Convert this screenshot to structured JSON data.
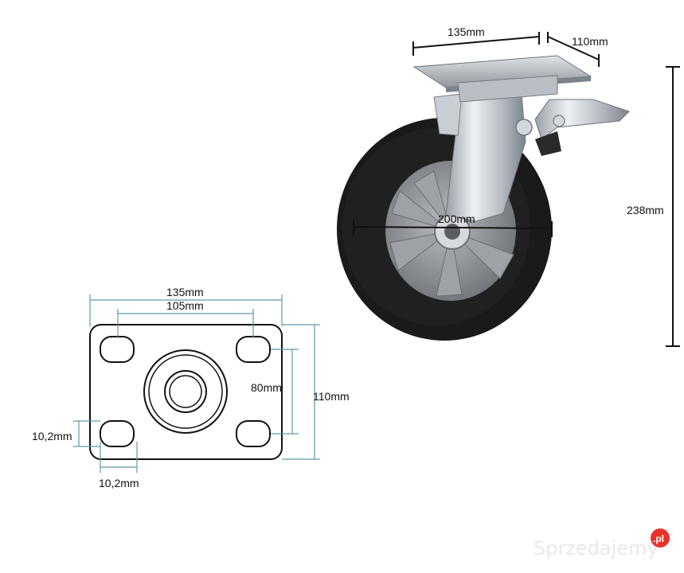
{
  "caster": {
    "plate_width": "135mm",
    "plate_depth": "110mm",
    "wheel_diameter": "200mm",
    "total_height": "238mm"
  },
  "plate_drawing": {
    "width": "135mm",
    "hole_spacing_x": "105mm",
    "hole_spacing_y": "80mm",
    "depth": "110mm",
    "slot_height": "10,2mm",
    "slot_width": "10,2mm"
  },
  "watermark": {
    "brand": "Sprzedajemy",
    "tld": ".pl"
  },
  "colors": {
    "dimension_line": "#5f9aa6",
    "tire": "#1a1a1a",
    "rim": "#8c8f94",
    "steel": "#c7ccd2",
    "watermark_badge": "#e8332a"
  }
}
